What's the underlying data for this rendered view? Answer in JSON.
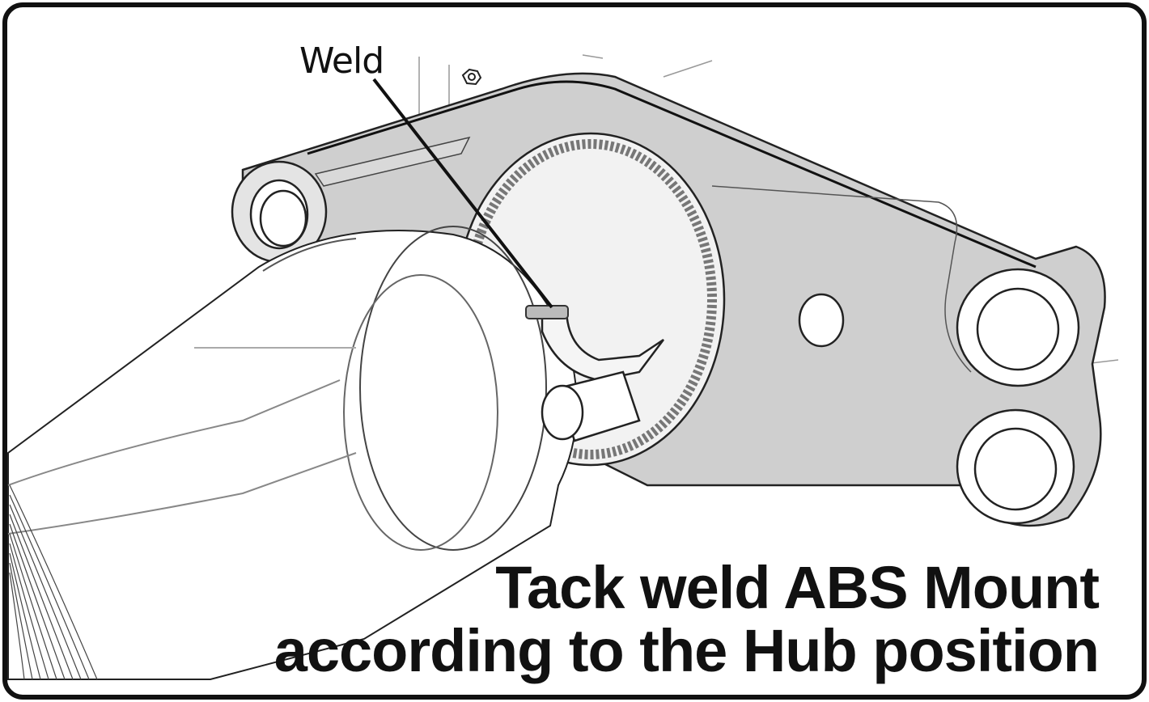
{
  "callout": {
    "label": "Weld"
  },
  "caption": {
    "line1": "Tack weld ABS Mount",
    "line2": "according to the Hub position"
  },
  "colors": {
    "frame": "#111111",
    "bracket": "#cfcfcf",
    "outline": "#222222",
    "hub": "#ffffff"
  }
}
